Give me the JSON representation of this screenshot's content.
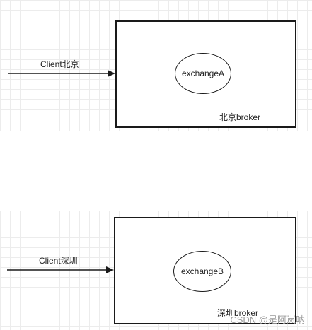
{
  "diagram": {
    "brokers": [
      {
        "client_label": "Client北京",
        "exchange_label": "exchangeA",
        "broker_label": "北京broker"
      },
      {
        "client_label": "Client深圳",
        "exchange_label": "exchangeB",
        "broker_label": "深圳broker"
      }
    ]
  },
  "watermark": "CSDN @是阿岚呐"
}
